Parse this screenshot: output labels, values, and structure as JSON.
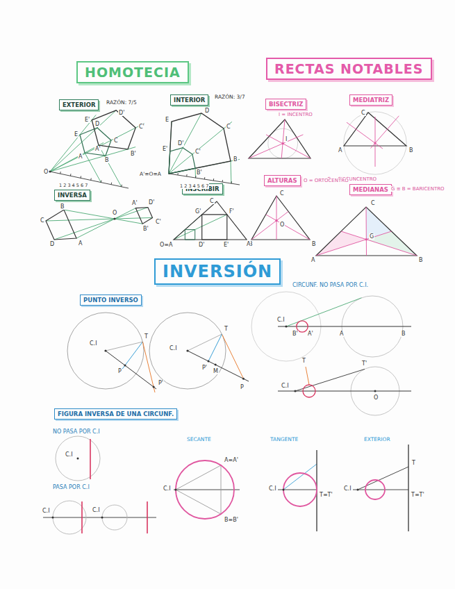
{
  "diagram": {
    "nodes": [
      {
        "text": [
          "HOMOTECIA"
        ]
      },
      {
        "text": [
          "RECTAS NOTABLES"
        ]
      },
      {
        "text": [
          "EXTERIOR"
        ]
      },
      {
        "text": [
          "INTERIOR"
        ]
      },
      {
        "text": [
          "BISECTRIZ"
        ]
      },
      {
        "text": [
          "MEDIATRIZ"
        ]
      },
      {
        "text": [
          "INVERSA"
        ]
      },
      {
        "text": [
          "INSCRIBIR"
        ]
      },
      {
        "text": [
          "ALTURAS"
        ]
      },
      {
        "text": [
          "MEDIANAS"
        ]
      },
      {
        "text": [
          "INVERSIÓN"
        ]
      },
      {
        "text": [
          "PUNTO INVERSO"
        ]
      },
      {
        "text": [
          "FIGURA INVERSA DE UNA CIRCUNF."
        ]
      }
    ],
    "labels": [
      "RAZÓN: 7/5",
      "O",
      "A",
      "B",
      "C",
      "D",
      "E",
      "A'",
      "B'",
      "C'",
      "D'",
      "E'",
      "1 2 3 4 5 6 7",
      "RAZÓN: 3/7",
      "A'≡O≡A",
      "1 2 3 4 5 6 7",
      "B",
      "C",
      "D",
      "E",
      "B'",
      "C'",
      "D'",
      "E'",
      "I = INCENTRO",
      "I",
      "A",
      "B",
      "C",
      "C = CIRCUNCENTRO",
      "O",
      "A",
      "B",
      "C",
      "D",
      "A'",
      "B'",
      "C'",
      "D'",
      "O≡A",
      "B",
      "C",
      "D'",
      "E'",
      "F'",
      "G'",
      "O = ORTOCENTRO",
      "A",
      "B",
      "C",
      "O",
      "G ≡ B = BARICENTRO",
      "A",
      "B",
      "C",
      "G",
      "C.I",
      "P",
      "P'",
      "T",
      "C.I",
      "T",
      "P'",
      "M",
      "P",
      "CIRCUNF. NO PASA POR C.I.",
      "C.I",
      "B'",
      "A'",
      "A",
      "B",
      "T",
      "T'",
      "C.I",
      "O",
      "NO PASA POR C.I",
      "C.I",
      "PASA POR C.I",
      "C.I",
      "C.I",
      "SECANTE",
      "C.I",
      "A≡A'",
      "B≡B'",
      "TANGENTE",
      "C.I",
      "T≡T'",
      "EXTERIOR",
      "C.I",
      "T",
      "T≡T'"
    ]
  }
}
